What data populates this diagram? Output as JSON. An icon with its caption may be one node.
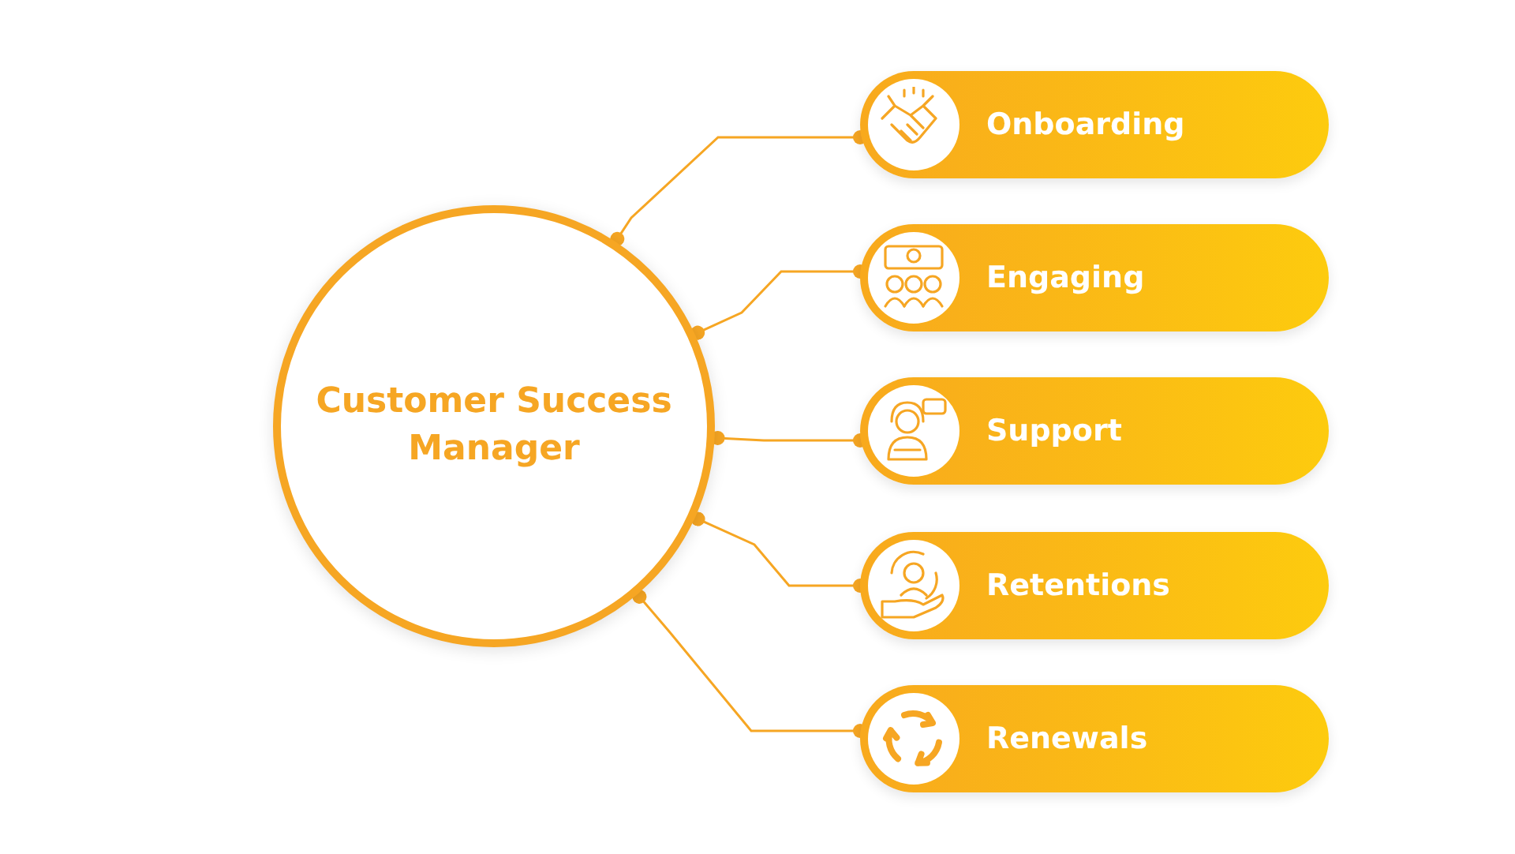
{
  "diagram": {
    "nodes": [
      {
        "text": [
          "Customer Success Manager"
        ]
      },
      {
        "text": [
          "Onboarding"
        ]
      },
      {
        "text": [
          "Engaging"
        ]
      },
      {
        "text": [
          "Support"
        ]
      },
      {
        "text": [
          "Retentions"
        ]
      },
      {
        "text": [
          "Renewals"
        ]
      }
    ],
    "edges": [
      {
        "from": 0,
        "to": 1,
        "arrow": "other"
      },
      {
        "from": 0,
        "to": 2,
        "arrow": "other"
      },
      {
        "from": 0,
        "to": 3,
        "arrow": "other"
      },
      {
        "from": 0,
        "to": 4,
        "arrow": "other"
      },
      {
        "from": 0,
        "to": 5,
        "arrow": "other"
      }
    ]
  }
}
